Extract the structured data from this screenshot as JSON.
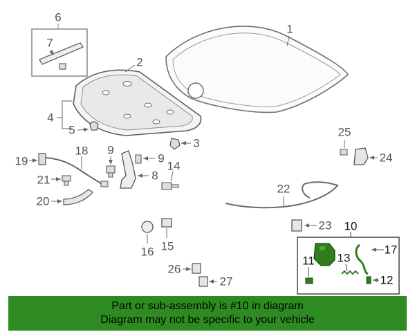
{
  "callouts": {
    "p1": "1",
    "p2": "2",
    "p3": "3",
    "p4": "4",
    "p5": "5",
    "p6": "6",
    "p7": "7",
    "p8": "8",
    "p9": "9",
    "p10": "10",
    "p11": "11",
    "p12": "12",
    "p13": "13",
    "p14": "14",
    "p15": "15",
    "p16": "16",
    "p17": "17",
    "p18": "18",
    "p19": "19",
    "p20": "20",
    "p21": "21",
    "p22": "22",
    "p23": "23",
    "p24": "24",
    "p25": "25",
    "p26": "26",
    "p27": "27"
  },
  "banner": {
    "line1": "Part or sub-assembly is #10 in diagram",
    "line2": "Diagram may not be specific to your vehicle"
  },
  "colors": {
    "linework": "#7a7a7a",
    "highlight": "#2f7d1e",
    "banner": "#2e8b22"
  }
}
